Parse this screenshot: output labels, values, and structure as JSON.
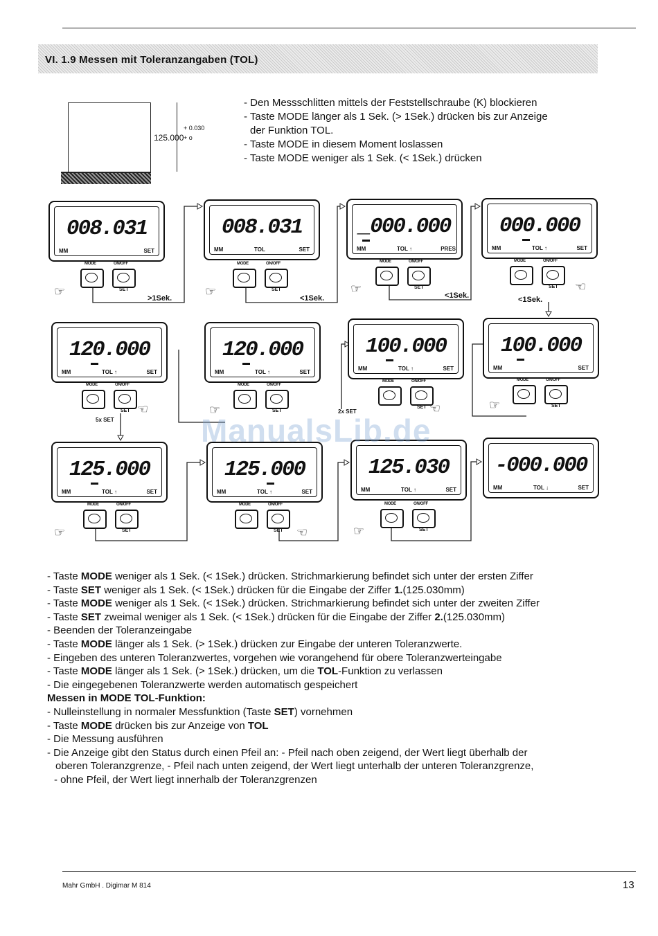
{
  "section": {
    "title": "VI. 1.9  Messen mit Toleranzangaben (TOL)"
  },
  "intro": [
    {
      "t": "- Den Messschlitten mittels der Feststellschraube (K) blockieren",
      "ind": false
    },
    {
      "t": "- Taste MODE länger als 1 Sek. (> 1Sek.) drücken bis zur Anzeige",
      "ind": false
    },
    {
      "t": "der Funktion TOL.",
      "ind": true
    },
    {
      "t": "- Taste MODE in diesem Moment loslassen",
      "ind": false
    },
    {
      "t": "- Taste MODE weniger als 1 Sek. (< 1Sek.) drücken",
      "ind": false
    }
  ],
  "gauge": {
    "value": "125.000",
    "tol_upper": "+ 0.030",
    "tol_lower": "+ o"
  },
  "common": {
    "mm": "MM",
    "set": "SET",
    "tol": "TOL",
    "mode": "MODE",
    "onoff": "ON/OFF",
    "btn_set": "SET",
    "press": "PRES"
  },
  "displays": [
    {
      "num": "008.031",
      "tol": "",
      "arrow": ""
    },
    {
      "num": "008.031",
      "tol": "TOL",
      "arrow": ""
    },
    {
      "num": "_000.000",
      "tol": "TOL",
      "arrow": "↑"
    },
    {
      "num": "000.000",
      "tol": "TOL",
      "arrow": "↑"
    },
    {
      "num": "120.000",
      "tol": "TOL",
      "arrow": "↑"
    },
    {
      "num": "120.000",
      "tol": "TOL",
      "arrow": "↑"
    },
    {
      "num": "100.000",
      "tol": "TOL",
      "arrow": "↑"
    },
    {
      "num": "100.000",
      "tol": "",
      "arrow": ""
    },
    {
      "num": "125.000",
      "tol": "TOL",
      "arrow": "↑"
    },
    {
      "num": "125.000",
      "tol": "TOL",
      "arrow": "↑"
    },
    {
      "num": "125.030",
      "tol": "TOL",
      "arrow": "↑"
    },
    {
      "num": "-000.000",
      "tol": "TOL",
      "arrow": "↓"
    }
  ],
  "notes": {
    "n1": ">1Sek.",
    "n2": "<1Sek.",
    "n3": "<1Sek.",
    "n4": "<1Sek.",
    "n5": "5x SET",
    "n6": "2x SET"
  },
  "watermark": "ManualsLib.de",
  "body": [
    {
      "parts": [
        [
          "- Taste ",
          0
        ],
        [
          "MODE",
          1
        ],
        [
          " weniger als 1 Sek. (< 1Sek.) drücken. Strichmarkierung befindet sich unter der ersten Ziffer",
          0
        ]
      ]
    },
    {
      "parts": [
        [
          "- Taste ",
          0
        ],
        [
          "SET",
          1
        ],
        [
          " weniger als 1 Sek. (< 1Sek.) drücken für die Eingabe der Ziffer ",
          0
        ],
        [
          "1.",
          1
        ],
        [
          "(125.030mm)",
          0
        ]
      ]
    },
    {
      "parts": [
        [
          "- Taste ",
          0
        ],
        [
          "MODE",
          1
        ],
        [
          " weniger als 1 Sek. (< 1Sek.) drücken. Strichmarkierung befindet sich unter der zweiten Ziffer",
          0
        ]
      ]
    },
    {
      "parts": [
        [
          "- Taste ",
          0
        ],
        [
          "SET",
          1
        ],
        [
          " zweimal weniger als 1 Sek. (< 1Sek.) drücken für die Eingabe der Ziffer ",
          0
        ],
        [
          "2.",
          1
        ],
        [
          "(125.030mm)",
          0
        ]
      ]
    },
    {
      "parts": [
        [
          "- Beenden der Toleranzeingabe",
          0
        ]
      ]
    },
    {
      "parts": [
        [
          "- Taste ",
          0
        ],
        [
          "MODE",
          1
        ],
        [
          " länger als 1 Sek. (> 1Sek.) drücken zur Eingabe der unteren Toleranzwerte.",
          0
        ]
      ]
    },
    {
      "parts": [
        [
          "- Eingeben des unteren Toleranzwertes, vorgehen wie vorangehend für obere Toleranzwerteingabe",
          0
        ]
      ]
    },
    {
      "parts": [
        [
          "- Taste ",
          0
        ],
        [
          "MODE",
          1
        ],
        [
          " länger als 1 Sek. (> 1Sek.) drücken, um die ",
          0
        ],
        [
          "TOL",
          1
        ],
        [
          "-Funktion zu verlassen",
          0
        ]
      ]
    },
    {
      "parts": [
        [
          "- Die eingegebenen Toleranzwerte werden automatisch gespeichert",
          0
        ]
      ]
    },
    {
      "parts": [
        [
          "Messen in MODE TOL-Funktion:",
          1
        ]
      ]
    },
    {
      "parts": [
        [
          "- Nulleinstellung in normaler Messfunktion (Taste ",
          0
        ],
        [
          "SET",
          1
        ],
        [
          ") vornehmen",
          0
        ]
      ]
    },
    {
      "parts": [
        [
          "- Taste ",
          0
        ],
        [
          "MODE",
          1
        ],
        [
          " drücken bis zur Anzeige von ",
          0
        ],
        [
          "TOL",
          1
        ]
      ]
    },
    {
      "parts": [
        [
          "- Die Messung ausführen",
          0
        ]
      ]
    },
    {
      "parts": [
        [
          "- Die Anzeige gibt den Status durch einen Pfeil an: - Pfeil nach oben zeigend, der Wert liegt überhalb der",
          0
        ]
      ]
    },
    {
      "parts": [
        [
          "oberen Toleranzgrenze,  - Pfeil nach unten zeigend, der Wert liegt unterhalb der unteren Toleranzgrenze,",
          0
        ]
      ],
      "cls": "ind"
    },
    {
      "parts": [
        [
          "- ohne Pfeil, der Wert liegt innerhalb der Toleranzgrenzen",
          0
        ]
      ],
      "cls": "ind2"
    }
  ],
  "footer": {
    "left": "Mahr GmbH  .   Digimar M 814",
    "page": "13"
  }
}
